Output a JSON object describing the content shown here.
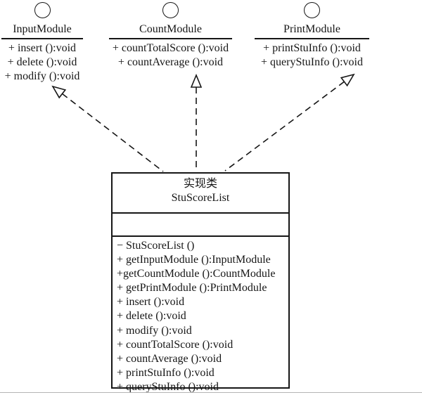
{
  "interfaces": [
    {
      "name": "InputModule",
      "methods": [
        "+ insert ():void",
        "+ delete ():void",
        "+ modify ():void"
      ]
    },
    {
      "name": "CountModule",
      "methods": [
        "+ countTotalScore ():void",
        "+ countAverage ():void"
      ]
    },
    {
      "name": "PrintModule",
      "methods": [
        "+ printStuInfo ():void",
        "+ queryStuInfo ():void"
      ]
    }
  ],
  "realization_class": {
    "stereotype": "实现类",
    "name": "StuScoreList",
    "attributes": [],
    "methods": [
      "− StuScoreList ()",
      "+ getInputModule ():InputModule",
      "+getCountModule ():CountModule",
      "+ getPrintModule ():PrintModule",
      "+ insert ():void",
      "+ delete ():void",
      "+ modify ():void",
      "+ countTotalScore ():void",
      "+ countAverage ():void",
      "+ printStuInfo ():void",
      "+ queryStuInfo ():void"
    ]
  },
  "colors": {
    "ink": "#161616",
    "background": "#ffffff",
    "scan_line": "#b5b5b5"
  }
}
